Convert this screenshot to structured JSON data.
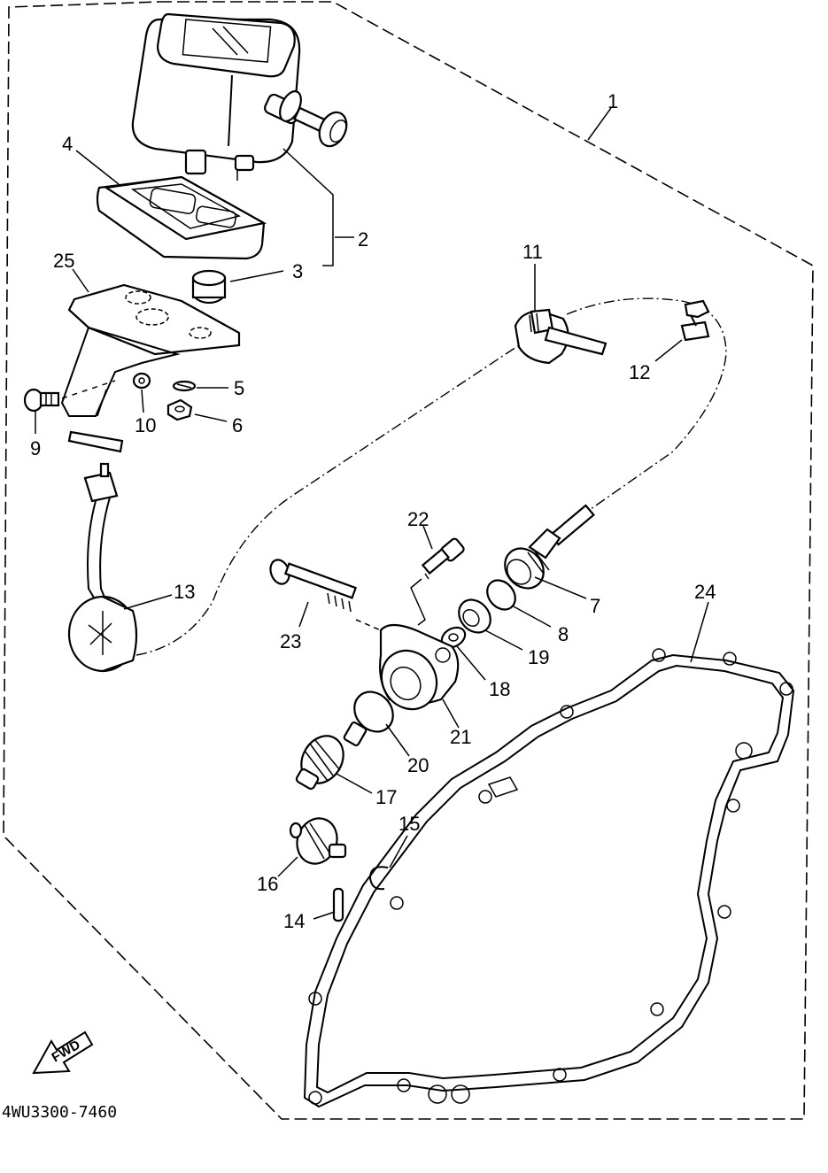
{
  "diagram": {
    "code": "4WU3300-7460",
    "fwd_label": "FWD",
    "callouts": {
      "c1": "1",
      "c2": "2",
      "c3": "3",
      "c4": "4",
      "c5": "5",
      "c6": "6",
      "c7": "7",
      "c8": "8",
      "c9": "9",
      "c10": "10",
      "c11": "11",
      "c12": "12",
      "c13": "13",
      "c14": "14",
      "c15": "15",
      "c16": "16",
      "c17": "17",
      "c18": "18",
      "c19": "19",
      "c20": "20",
      "c21": "21",
      "c22": "22",
      "c23": "23",
      "c24": "24",
      "c25": "25"
    },
    "parts": [
      {
        "id": "speedometer",
        "icon": "speedometer-icon"
      },
      {
        "id": "meter-bracket",
        "icon": "bracket-icon"
      },
      {
        "id": "grommet",
        "icon": "grommet-icon"
      },
      {
        "id": "speedometer-cable",
        "icon": "cable-icon"
      },
      {
        "id": "cable-clamp",
        "icon": "clamp-icon"
      },
      {
        "id": "gear-unit",
        "icon": "gear-icon"
      },
      {
        "id": "crankcase-gasket",
        "icon": "gasket-icon"
      }
    ]
  }
}
